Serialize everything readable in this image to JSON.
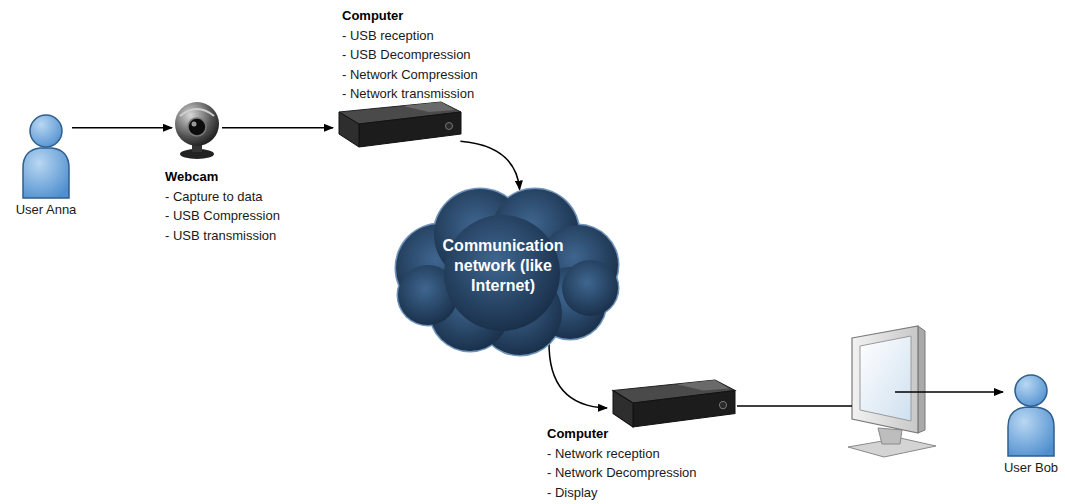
{
  "diagram": {
    "nodes": [
      {
        "text": [
          "User Anna"
        ]
      },
      {
        "text": [
          "Webcam",
          "- Capture to data",
          "- USB Compression",
          "- USB transmission"
        ]
      },
      {
        "text": [
          "Computer",
          "- USB reception",
          "- USB Decompression",
          "- Network Compression",
          "- Network transmission"
        ]
      },
      {
        "text": [
          "Communication network (like Internet)"
        ]
      },
      {
        "text": [
          "Computer",
          "- Network reception",
          "- Network Decompression",
          "- Display"
        ]
      },
      {
        "text": [
          "User Bob"
        ]
      }
    ],
    "edges": [
      {
        "from": 0,
        "to": 1,
        "arrow": "to"
      },
      {
        "from": 1,
        "to": 2,
        "arrow": "to"
      },
      {
        "from": 2,
        "to": 3,
        "arrow": "to"
      },
      {
        "from": 3,
        "to": 4,
        "arrow": "to"
      }
    ]
  }
}
